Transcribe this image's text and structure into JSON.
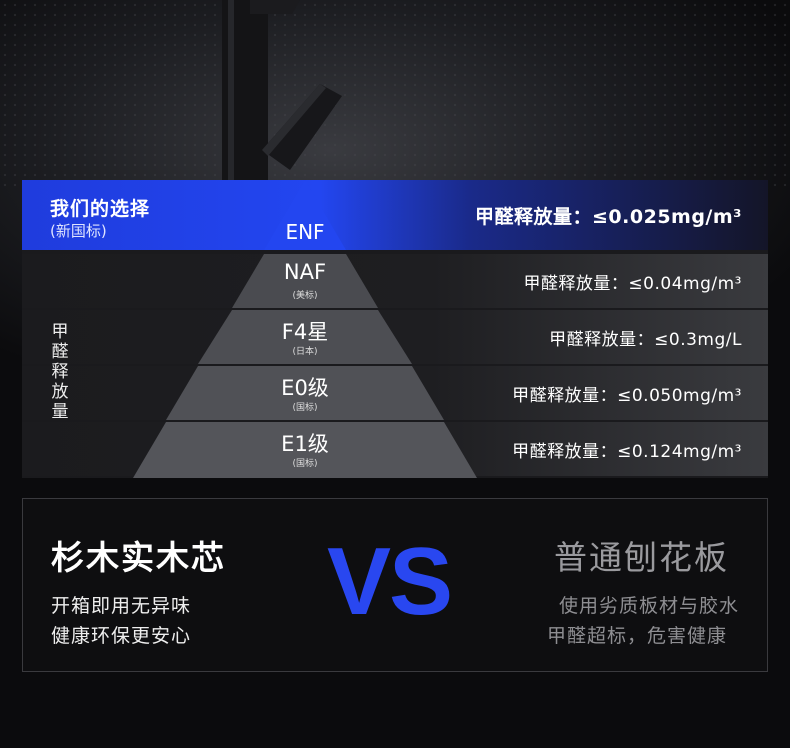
{
  "choice": {
    "title": "我们的选择",
    "subtitle": "(新国标)"
  },
  "vertical_label": [
    "甲",
    "醛",
    "释",
    "放",
    "量"
  ],
  "standards": [
    {
      "name": "ENF",
      "sub": "",
      "emission": "甲醛释放量：≤0.025mg/m³",
      "highlight": true
    },
    {
      "name": "NAF",
      "sub": "(美标)",
      "emission": "甲醛释放量：≤0.04mg/m³",
      "highlight": false
    },
    {
      "name": "F4星",
      "sub": "(日本)",
      "emission": "甲醛释放量：≤0.3mg/L",
      "highlight": false
    },
    {
      "name": "E0级",
      "sub": "(国标)",
      "emission": "甲醛释放量：≤0.050mg/m³",
      "highlight": false
    },
    {
      "name": "E1级",
      "sub": "(国标)",
      "emission": "甲醛释放量：≤0.124mg/m³",
      "highlight": false
    }
  ],
  "comparison": {
    "left": {
      "title": "杉木实木芯",
      "lines": [
        "开箱即用无异味",
        "健康环保更安心"
      ]
    },
    "vs": "VS",
    "right": {
      "title": "普通刨花板",
      "lines": [
        "使用劣质板材与胶水",
        "甲醛超标，危害健康"
      ]
    }
  },
  "colors": {
    "accent_blue": "#2346f0",
    "vs_blue": "#2947f0",
    "panel_dark": "#1a1a1d"
  }
}
